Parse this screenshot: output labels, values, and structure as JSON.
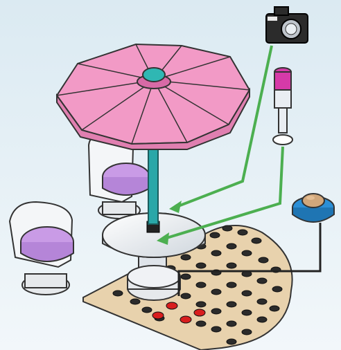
{
  "scene": {
    "background": "#e8f1f5",
    "colors": {
      "umbrella": "#f29ac6",
      "umbrella_top": "#2fb7b3",
      "pole": "#2aa7a8",
      "table": "#e9edf2",
      "seat_cushion": "#c99be6",
      "baseplate": "#e8d2ad",
      "stud_dark": "#2b2b2b",
      "stud_red": "#d81e1e",
      "arrow_green": "#4caf50",
      "bowl_blue": "#2b8fd6",
      "cup_magenta": "#d63aa8"
    },
    "items": [
      {
        "name": "umbrella",
        "icon": "umbrella-icon"
      },
      {
        "name": "table",
        "icon": "round-table-icon"
      },
      {
        "name": "chair",
        "icon": "chair-icon",
        "count": 2
      },
      {
        "name": "baseplate",
        "icon": "heart-plate-icon"
      },
      {
        "name": "camera",
        "icon": "camera-icon"
      },
      {
        "name": "cup",
        "icon": "cup-icon"
      },
      {
        "name": "bowl",
        "icon": "bowl-icon"
      }
    ]
  }
}
